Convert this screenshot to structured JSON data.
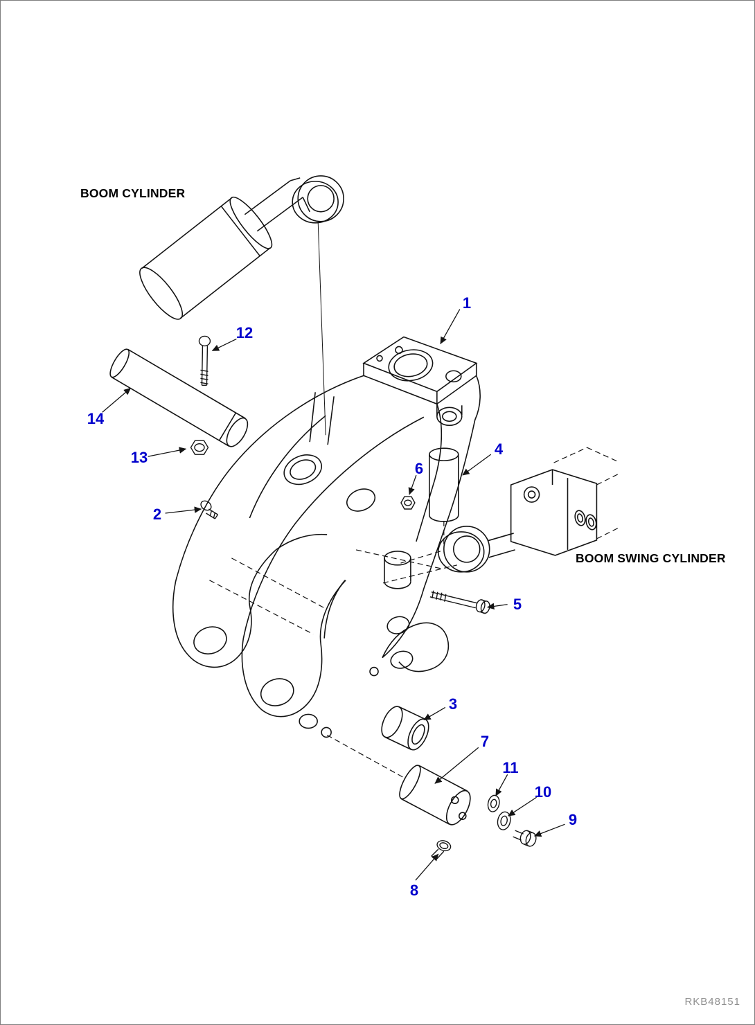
{
  "page": {
    "background": "#ffffff",
    "border_color": "#7e7e7e"
  },
  "labels": {
    "boom_cylinder": "BOOM CYLINDER",
    "boom_swing_cylinder": "BOOM SWING CYLINDER"
  },
  "callouts": [
    {
      "label": "1"
    },
    {
      "label": "2"
    },
    {
      "label": "3"
    },
    {
      "label": "4"
    },
    {
      "label": "5"
    },
    {
      "label": "6"
    },
    {
      "label": "7"
    },
    {
      "label": "8"
    },
    {
      "label": "9"
    },
    {
      "label": "10"
    },
    {
      "label": "11"
    },
    {
      "label": "12"
    },
    {
      "label": "13"
    },
    {
      "label": "14"
    }
  ],
  "drawing_code": "RKB48151",
  "colors": {
    "callout": "#0000cc",
    "line": "#141414",
    "code_text": "#8f8f8f"
  }
}
